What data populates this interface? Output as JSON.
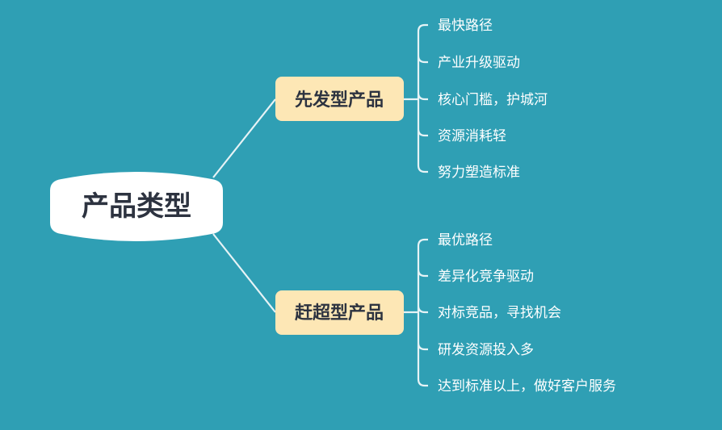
{
  "colors": {
    "background": "#2f9fb4",
    "root_fill": "#ffffff",
    "branch_fill": "#fde7b5",
    "text_dark": "#2d3340",
    "leaf_text": "#ffffff"
  },
  "root": {
    "label": "产品类型"
  },
  "branches": [
    {
      "label": "先发型产品",
      "children": [
        "最快路径",
        "产业升级驱动",
        "核心门槛，护城河",
        "资源消耗轻",
        "努力塑造标准"
      ]
    },
    {
      "label": "赶超型产品",
      "children": [
        "最优路径",
        "差异化竞争驱动",
        "对标竞品，寻找机会",
        "研发资源投入多",
        "达到标准以上，做好客户服务"
      ]
    }
  ]
}
